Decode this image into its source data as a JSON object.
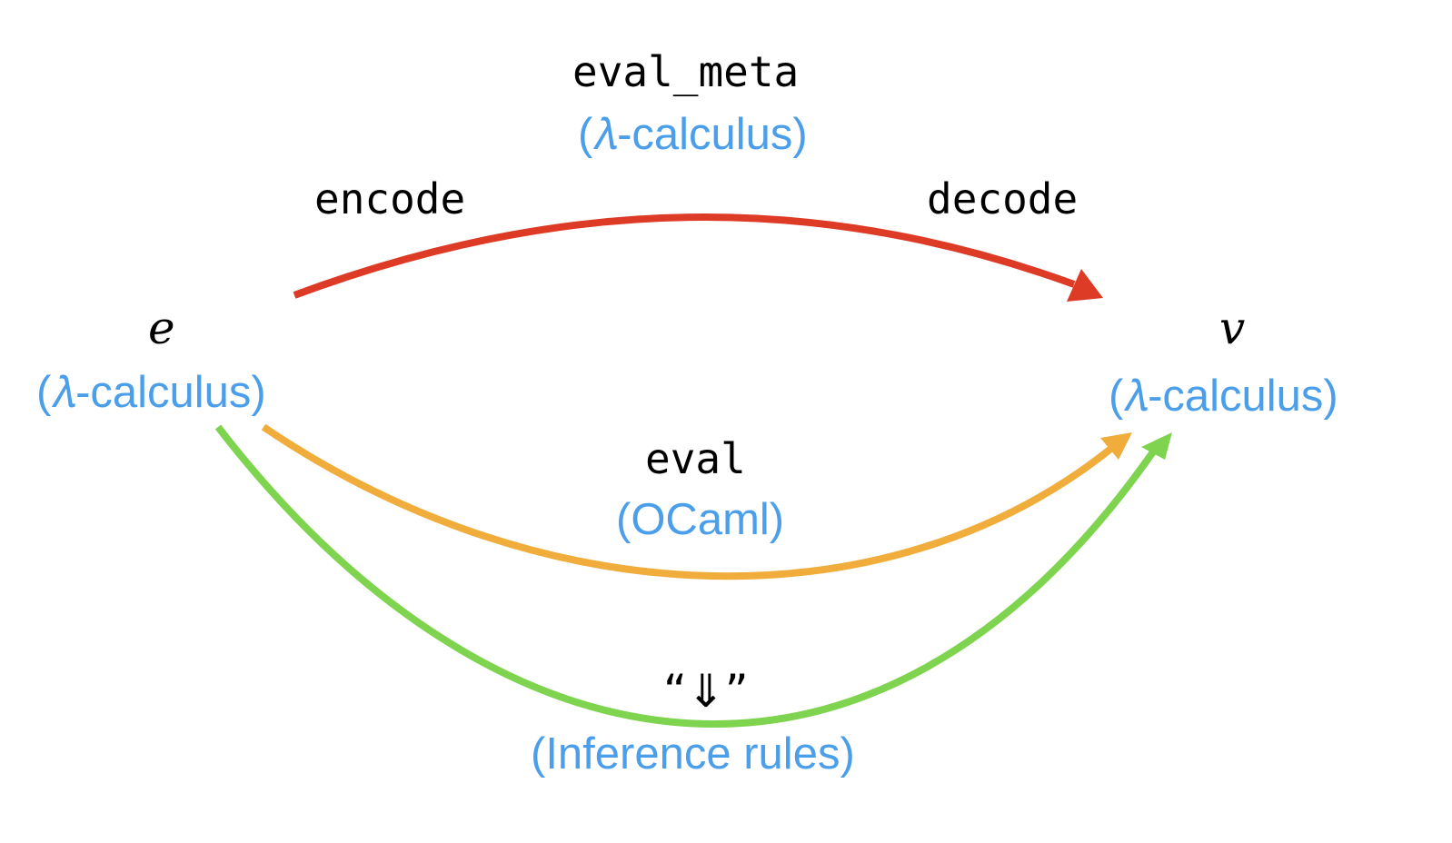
{
  "nodes": {
    "source": {
      "symbol": "e",
      "language": "(𝜆-calculus)"
    },
    "target": {
      "symbol": "v",
      "language": "(𝜆-calculus)"
    }
  },
  "paths": {
    "meta": {
      "name": "eval_meta",
      "language": "(𝜆-calculus)",
      "left_label": "encode",
      "right_label": "decode",
      "color": "#de3b26"
    },
    "direct": {
      "name": "eval",
      "language": "(OCaml)",
      "color": "#f0ad3c"
    },
    "rules": {
      "name": "“⇓”",
      "language": "(Inference rules)",
      "color": "#7ed44f"
    }
  }
}
